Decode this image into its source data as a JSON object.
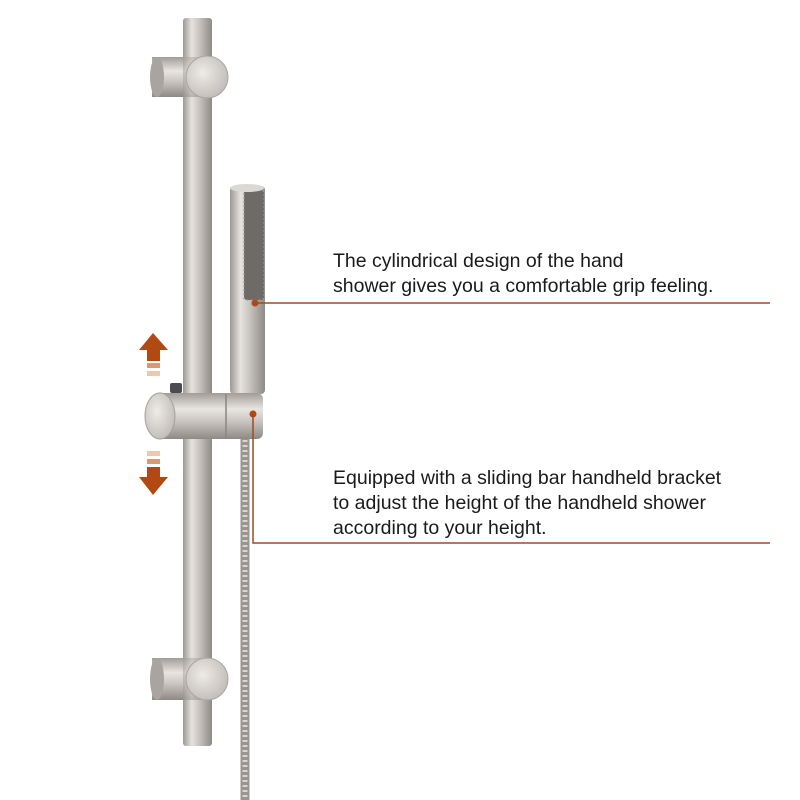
{
  "callouts": [
    {
      "lines": [
        "The cylindrical design of the hand",
        "shower gives you a comfortable grip feeling."
      ]
    },
    {
      "lines": [
        "Equipped with a sliding bar handheld bracket",
        "to adjust the height of the handheld shower",
        "according to your height."
      ]
    }
  ],
  "colors": {
    "accent": "#b04a12",
    "leader_line": "#9a4e22",
    "metal": "#c9c5c1"
  }
}
